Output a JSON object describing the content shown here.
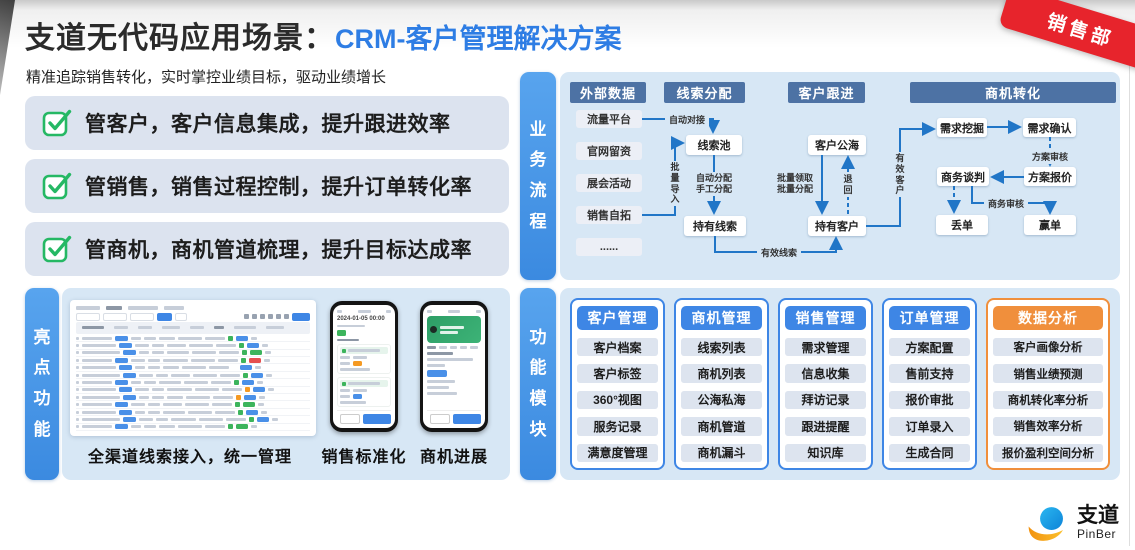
{
  "header": {
    "title_black": "支道无代码应用场景：",
    "title_blue": "CRM-客户管理解决方案",
    "ribbon": "销售部",
    "subtitle": "精准追踪销售转化，实时掌控业绩目标，驱动业绩增长"
  },
  "features": [
    "管客户，客户信息集成，提升跟进效率",
    "管销售，销售过程控制，提升订单转化率",
    "管商机，商机管道梳理，提升目标达成率"
  ],
  "flow": {
    "section_label": "业务流程",
    "headers": [
      "外部数据",
      "线索分配",
      "客户跟进",
      "商机转化"
    ],
    "sources": [
      "流量平台",
      "官网留资",
      "展会活动",
      "销售自拓",
      "......"
    ],
    "nodes": {
      "lead_pool": "线索池",
      "hold_leads": "持有线索",
      "customer_sea": "客户公海",
      "hold_customers": "持有客户",
      "demand_mining": "需求挖掘",
      "demand_confirm": "需求确认",
      "quote": "方案报价",
      "negotiation": "商务谈判",
      "lost": "丢单",
      "won": "赢单"
    },
    "labels": {
      "auto_connect": "自动对接",
      "batch_import": "批量导入",
      "auto_assign": "自动分配",
      "manual_assign": "手工分配",
      "valid_leads": "有效线索",
      "batch_claim": "批量领取",
      "batch_assign": "批量分配",
      "return_back": "退回",
      "valid_customer": "有效客户",
      "plan_review": "方案审核",
      "business_review": "商务审核"
    }
  },
  "highlights": {
    "section_label": "亮点功能",
    "captions": [
      "全渠道线索接入，统一管理",
      "销售标准化",
      "商机进展"
    ],
    "phone_time": "2024-01-05 00:00"
  },
  "modules": {
    "section_label": "功能模块",
    "columns": [
      {
        "title": "客户管理",
        "accent": "#3E86E5",
        "items": [
          "客户档案",
          "客户标签",
          "360°视图",
          "服务记录",
          "满意度管理"
        ]
      },
      {
        "title": "商机管理",
        "accent": "#3E86E5",
        "items": [
          "线索列表",
          "商机列表",
          "公海私海",
          "商机管道",
          "商机漏斗"
        ]
      },
      {
        "title": "销售管理",
        "accent": "#3E86E5",
        "items": [
          "需求管理",
          "信息收集",
          "拜访记录",
          "跟进提醒",
          "知识库"
        ]
      },
      {
        "title": "订单管理",
        "accent": "#3E86E5",
        "items": [
          "方案配置",
          "售前支持",
          "报价审批",
          "订单录入",
          "生成合同"
        ]
      },
      {
        "title": "数据分析",
        "accent": "#F08F3C",
        "items": [
          "客户画像分析",
          "销售业绩预测",
          "商机转化率分析",
          "销售效率分析",
          "报价盈利空间分析"
        ]
      }
    ]
  },
  "logo": {
    "name": "支道",
    "sub": "PinBer"
  },
  "colors": {
    "accent_blue": "#2E7DE4",
    "module_blue": "#3E86E5",
    "module_orange": "#F08F3C",
    "ribbon_red": "#E7242C",
    "check_green": "#25B864",
    "arrow_blue": "#2176C7",
    "panel_blue": "#D7E7F5",
    "feature_gray": "#DCE3EF",
    "flow_header": "#4D72A4"
  }
}
